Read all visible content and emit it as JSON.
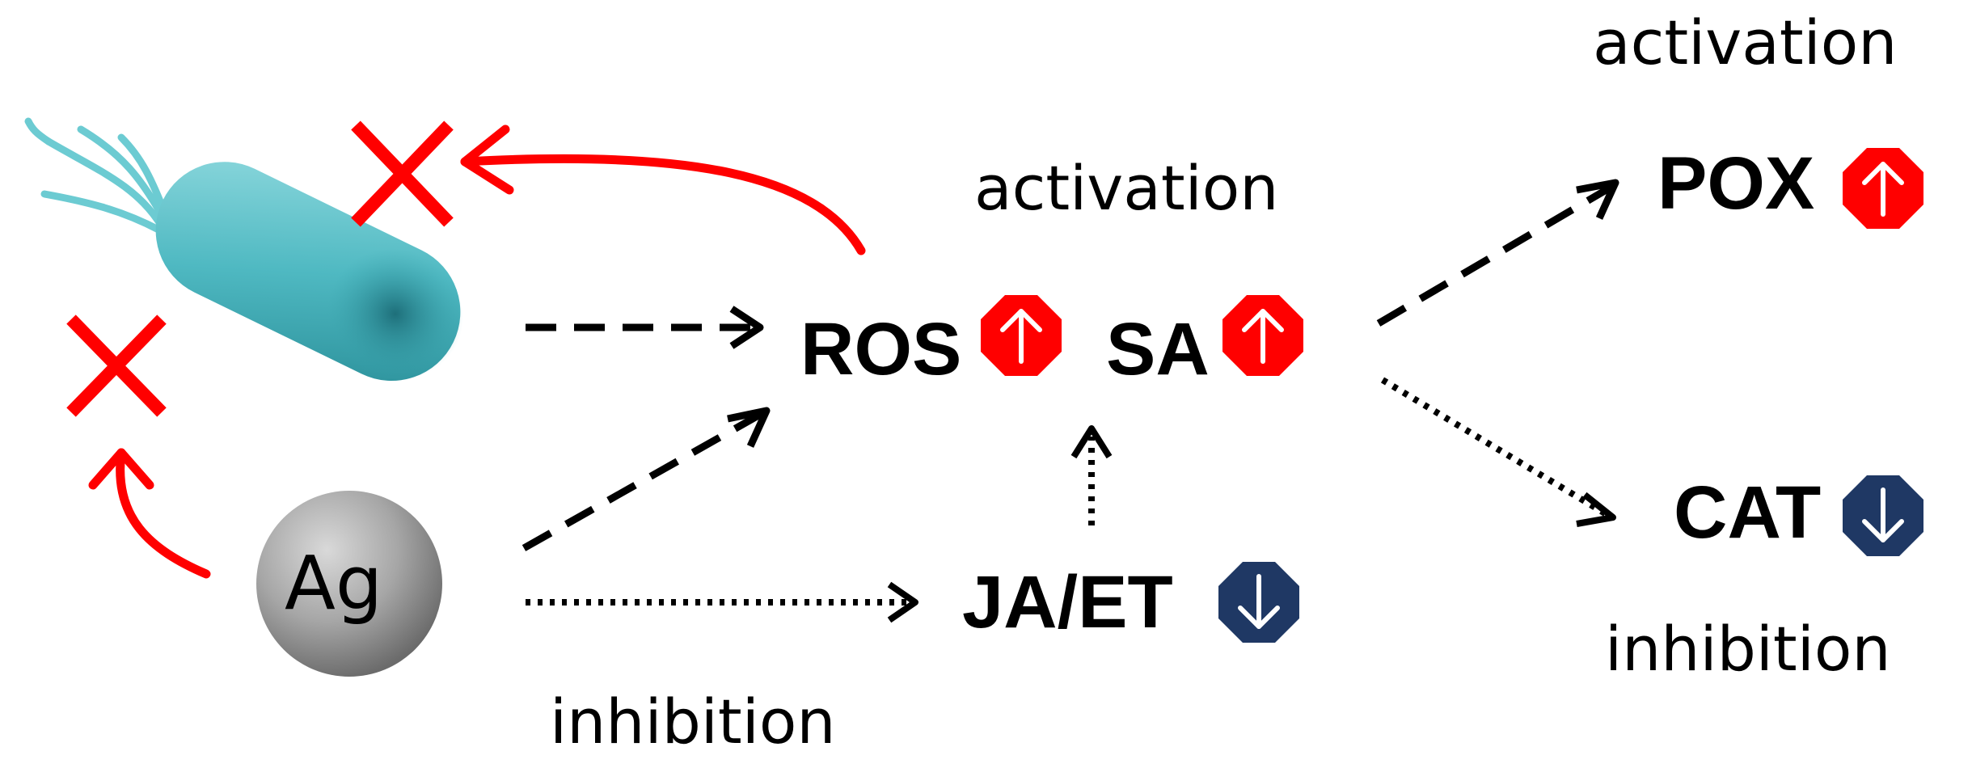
{
  "nodes": {
    "ag": "Ag",
    "ros": "ROS",
    "sa": "SA",
    "ja_et": "JA/ET",
    "pox": "POX",
    "cat": "CAT"
  },
  "labels": {
    "activation_center": "activation",
    "activation_top_right": "activation",
    "inhibition_bottom": "inhibition",
    "inhibition_right": "inhibition"
  },
  "indicators": {
    "ros": "up-arrow-icon",
    "sa": "up-arrow-icon",
    "pox": "up-arrow-icon",
    "ja_et": "down-arrow-icon",
    "cat": "down-arrow-icon"
  },
  "colors": {
    "up_indicator": "#ff0000",
    "down_indicator": "#1f3864",
    "red_arrow": "#ff0000",
    "bacterium": "#4fb9c2",
    "ag_sphere": "#8a8a8a"
  }
}
